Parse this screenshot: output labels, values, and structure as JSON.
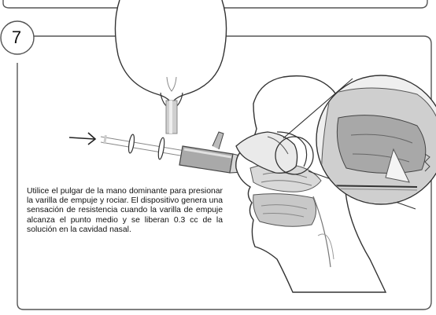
{
  "step": {
    "number": "7",
    "instruction": "Utilice el pulgar de la mano dominante para presionar la varilla de empuje y rociar. El dispositivo genera una sensación de resistencia cuando la varilla de empuje alcanza el punto medio y se liberan 0.3 cc de la solución en la cavidad nasal."
  },
  "illustration": {
    "stroke_color": "#333333",
    "shade_light": "#dcdcdc",
    "shade_mid": "#bdbdbd",
    "shade_dark": "#8a8a8a",
    "icons": [
      "arrow-right-icon",
      "syringe-icon",
      "head-top-view",
      "head-profile-cross-section",
      "zoom-callout"
    ]
  }
}
